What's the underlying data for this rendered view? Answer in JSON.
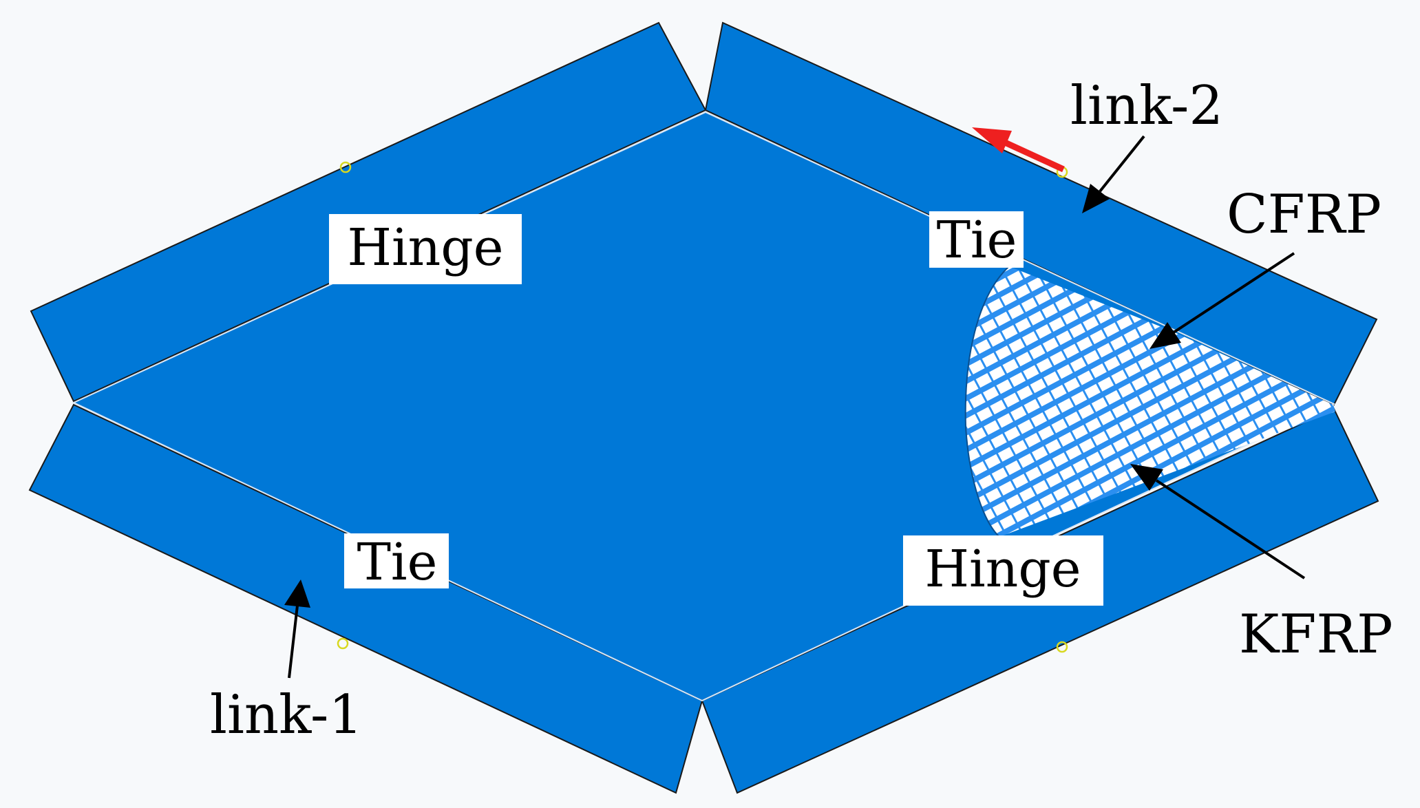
{
  "labels": {
    "link2": "link-2",
    "cfrp": "CFRP",
    "tie_top": "Tie",
    "hinge_top": "Hinge",
    "tie_bottom": "Tie",
    "hinge_bottom": "Hinge",
    "kfrp": "KFRP",
    "link1": "link-1"
  },
  "colors": {
    "link_fill": "#0078d7",
    "frp_line": "#2b8ff0",
    "frp_background": "#ffffff",
    "edge": "#1a1a1a",
    "direction_arrow": "#ee2020",
    "node_marker": "#d8d820",
    "background": "#f7f9fb"
  }
}
